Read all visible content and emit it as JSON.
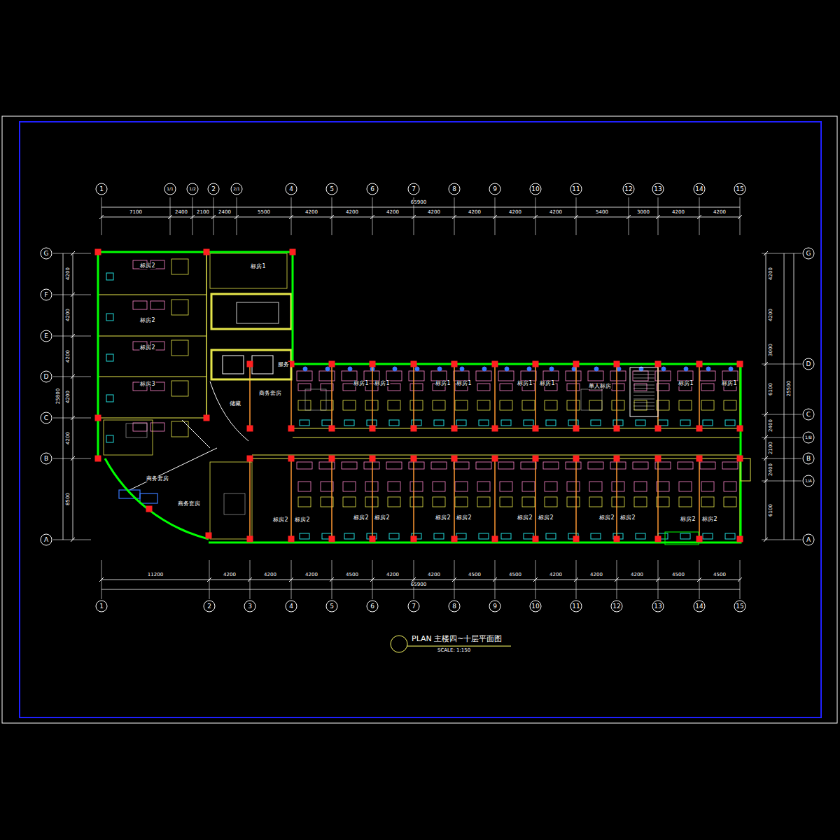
{
  "diagram": {
    "title": "PLAN 主楼四~十层平面图",
    "caption": "SCALE: 1:150",
    "labels": [
      "1",
      "1/1",
      "1/2",
      "2",
      "2/1",
      "4",
      "5",
      "6",
      "7",
      "8",
      "9",
      "10",
      "11",
      "12",
      "13",
      "14",
      "15",
      "7100",
      "2400",
      "2100",
      "2400",
      "5500",
      "4200",
      "4200",
      "4200",
      "4200",
      "4200",
      "4200",
      "4200",
      "5400",
      "3000",
      "4200",
      "4200",
      "65900",
      "11200",
      "4200",
      "4200",
      "4200",
      "4500",
      "4200",
      "4200",
      "4500",
      "4500",
      "4200",
      "4200",
      "4200",
      "4500",
      "4500",
      "65900",
      "1",
      "2",
      "3",
      "4",
      "5",
      "6",
      "7",
      "8",
      "9",
      "10",
      "11",
      "12",
      "13",
      "14",
      "15",
      "G",
      "F",
      "E",
      "D",
      "C",
      "B",
      "A",
      "4200",
      "4200",
      "4200",
      "4200",
      "4200",
      "8500",
      "25800",
      "G",
      "D",
      "C",
      "1/B",
      "B",
      "1/A",
      "A",
      "4200",
      "4200",
      "3000",
      "6100",
      "2400",
      "2100",
      "2400",
      "6100",
      "25500",
      "标房2",
      "标房1",
      "标房2",
      "标房2",
      "标房3",
      "储藏",
      "服务",
      "商务套房",
      "商务套房",
      "商务套房",
      "标房1",
      "标房1",
      "标房1",
      "标房1",
      "标房1",
      "标房1",
      "单人标房",
      "标房1",
      "标房1",
      "标房2",
      "标房2",
      "标房2",
      "标房2",
      "标房2",
      "标房2",
      "标房2",
      "标房2",
      "标房2",
      "标房2",
      "标房2",
      "标房2"
    ]
  }
}
